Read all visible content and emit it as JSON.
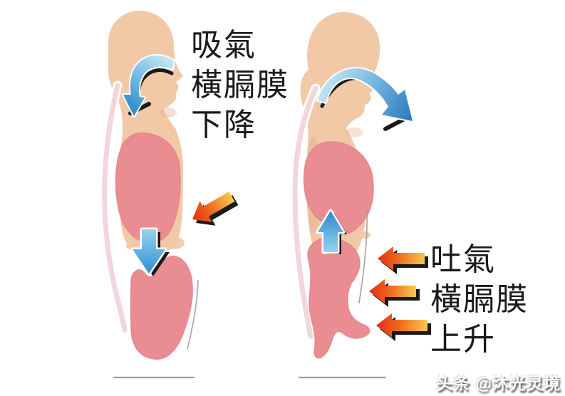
{
  "inhale_label": {
    "line1": "吸氣",
    "line2": "橫膈膜",
    "line3": "下降"
  },
  "exhale_label": {
    "line1": "吐氣",
    "line2": "橫膈膜",
    "line3": "上升"
  },
  "watermark": {
    "text": "头条 @沐光灵境"
  },
  "icons": {
    "inhale_airflow": "curved-blue-arrow-into-throat",
    "diaphragm_descend": "blue-arrow-down",
    "abdomen_expand": "orange-arrow-toward-lower-left",
    "exhale_airflow": "curved-blue-arrow-out-of-mouth",
    "diaphragm_rise": "blue-arrow-up",
    "abdomen_compress": "three-orange-arrows-pointing-left"
  },
  "colors": {
    "background": "#FFFFFF",
    "skin": "#F1C9A7",
    "skin_shade": "#E2AE8C",
    "organ": "#E98D93",
    "organ_edge": "#D5757E",
    "spine": "#F2D6D9",
    "arrow_blue_light": "#CDECF7",
    "arrow_blue": "#3890CE",
    "arrow_orange_yellow": "#F9C94C",
    "arrow_orange_red": "#E42D12",
    "outline": "#1A1A1A",
    "ground": "#8A8A8A",
    "text": "#1A1A1A",
    "watermark_fill": "#FFFFFF",
    "watermark_shadow": "#5A5A5A"
  }
}
